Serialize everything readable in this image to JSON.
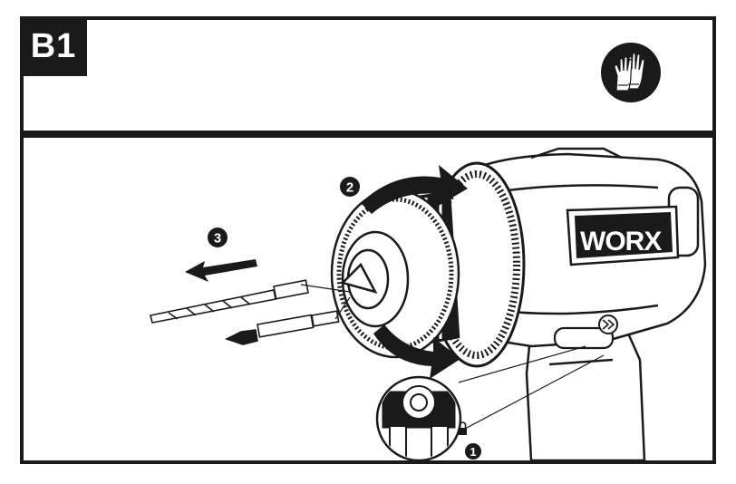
{
  "step": {
    "label": "B1"
  },
  "brand": {
    "logo_text": "WORX"
  },
  "callouts": {
    "one": "1",
    "two": "2",
    "three": "3"
  },
  "icons": {
    "gloves": "gloves-icon",
    "lock": "lock-icon",
    "speed": "double-chevron-icon",
    "release_arrow": "arrow-left-icon",
    "rotate_arrow": "curved-arrow-icon"
  },
  "colors": {
    "ink": "#1a1a1a",
    "paper": "#ffffff"
  }
}
